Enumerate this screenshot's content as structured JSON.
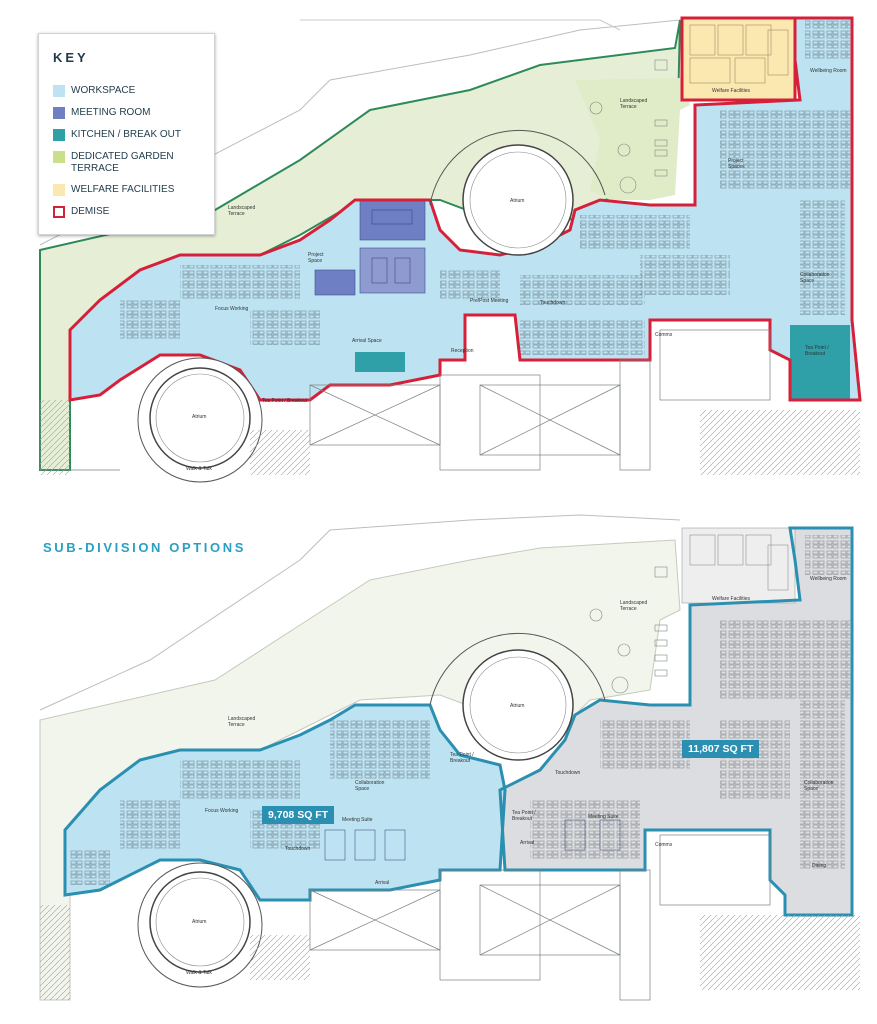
{
  "key": {
    "title": "KEY",
    "items": [
      {
        "label": "WORKSPACE",
        "color": "#bde3f2"
      },
      {
        "label": "MEETING ROOM",
        "color": "#6f7fc4"
      },
      {
        "label": "KITCHEN / BREAK OUT",
        "color": "#2f9fa8"
      },
      {
        "label": "DEDICATED GARDEN TERRACE",
        "color": "#c9df8a"
      },
      {
        "label": "WELFARE FACILITIES",
        "color": "#fbe7b0"
      },
      {
        "label": "DEMISE",
        "color": "#d6203a"
      }
    ]
  },
  "plan_labels": {
    "landscaped_terrace_top": "Landscaped Terrace",
    "landscaped_terrace_left": "Landscaped Terrace",
    "atrium_top": "Atrium",
    "atrium_bottom": "Atrium",
    "welfare_facilities": "Welfare Facilities",
    "wellbeing_room": "Wellbeing Room",
    "project_spaces": "Project Spaces",
    "project_space": "Project Space",
    "focus_working": "Focus Working",
    "arrival_space": "Arrival Space",
    "reception": "Reception",
    "pre_post_meeting": "Pre/Post Meeting",
    "touchdown": "Touchdown",
    "collaboration_space": "Collaboration Space",
    "comms": "Comms",
    "tea_point_breakout_right": "Tea Point / Breakout",
    "tea_point_breakout_left": "Tea Point / Breakout",
    "walk_and_talk": "Walk & Talk"
  },
  "subdivision": {
    "title": "SUB-DIVISION OPTIONS",
    "area_left": "9,708 SQ FT",
    "area_right": "11,807 SQ FT",
    "labels": {
      "landscaped_terrace": "Landscaped Terrace",
      "landscaped_terrace_top": "Landscaped Terrace",
      "atrium_top": "Atrium",
      "atrium_bottom": "Atrium",
      "welfare_facilities": "Welfare Facilities",
      "wellbeing_room": "Wellbeing Room",
      "focus_working": "Focus Working",
      "collaboration_space_left": "Collaboration Space",
      "collaboration_space_right": "Collaboration Space",
      "tea_point_breakout_left": "Tea Point / Breakout",
      "tea_point_breakout_right": "Tea Point / Breakout",
      "meeting_suite_left": "Meeting Suite",
      "meeting_suite_right": "Meeting Suite",
      "touchdown_left": "Touchdown",
      "touchdown_right": "Touchdown",
      "arrival_left": "Arrival",
      "arrival_right": "Arrival",
      "comms": "Comms",
      "dining": "Dining",
      "walk_and_talk": "Walk & Talk"
    }
  }
}
